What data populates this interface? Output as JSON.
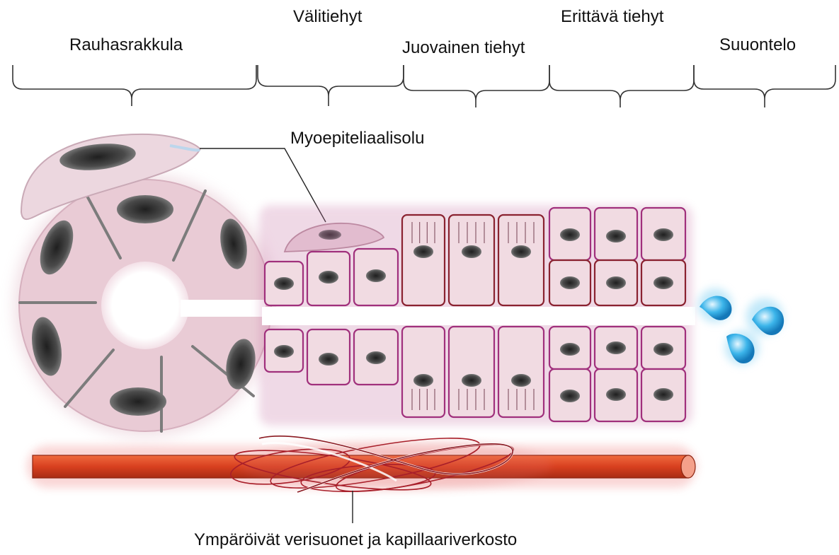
{
  "labels": {
    "rauhasrakkula": "Rauhasrakkula",
    "valitiehyt": "Välitiehyt",
    "juovainen": "Juovainen tiehyt",
    "erittava": "Erittävä tiehyt",
    "suuontelo": "Suuontelo",
    "myoepiteliaalisolu": "Myoepiteliaalisolu",
    "verisuonet": "Ympäröivät verisuonet ja kapillaariverkosto"
  },
  "colors": {
    "cell_fill": "#f1dbe2",
    "cell_border": "#a0307c",
    "striated_border": "#8a2230",
    "nucleus": "#3a3a3a",
    "acinus": "#e9cbd5",
    "vessel": "#d8401f",
    "capillary_loop": "#b82430",
    "saliva_drop": "#2aa6e0",
    "bracket": "#333333"
  }
}
